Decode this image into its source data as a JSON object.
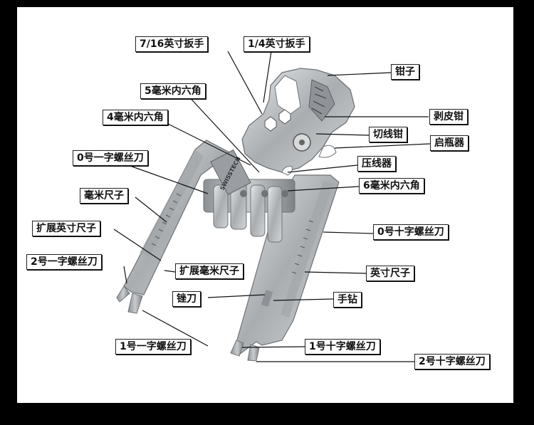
{
  "callouts": {
    "wrench_7_16": "7/16英寸扳手",
    "wrench_1_4": "1/4英寸扳手",
    "pliers": "钳子",
    "hex_5mm": "5毫米内六角",
    "hex_4mm": "4毫米内六角",
    "wire_stripper": "剥皮钳",
    "wire_cutter": "切线钳",
    "bottle_opener": "启瓶器",
    "crimper": "压线器",
    "flat_driver_0": "0号一字螺丝刀",
    "hex_6mm": "6毫米内六角",
    "mm_ruler": "毫米尺子",
    "ext_inch_ruler": "扩展英寸尺子",
    "phillips_0": "0号十字螺丝刀",
    "flat_driver_2": "2号一字螺丝刀",
    "ext_mm_ruler": "扩展毫米尺子",
    "inch_ruler": "英寸尺子",
    "file": "锉刀",
    "hand_drill": "手钻",
    "flat_driver_1": "1号一字螺丝刀",
    "phillips_1": "1号十字螺丝刀",
    "phillips_2": "2号十字螺丝刀"
  },
  "tool_engraving": "SWISSTECH",
  "colors": {
    "background": "#000000",
    "panel": "#ffffff",
    "steel": "#b9bcbe",
    "leader": "#111111"
  }
}
